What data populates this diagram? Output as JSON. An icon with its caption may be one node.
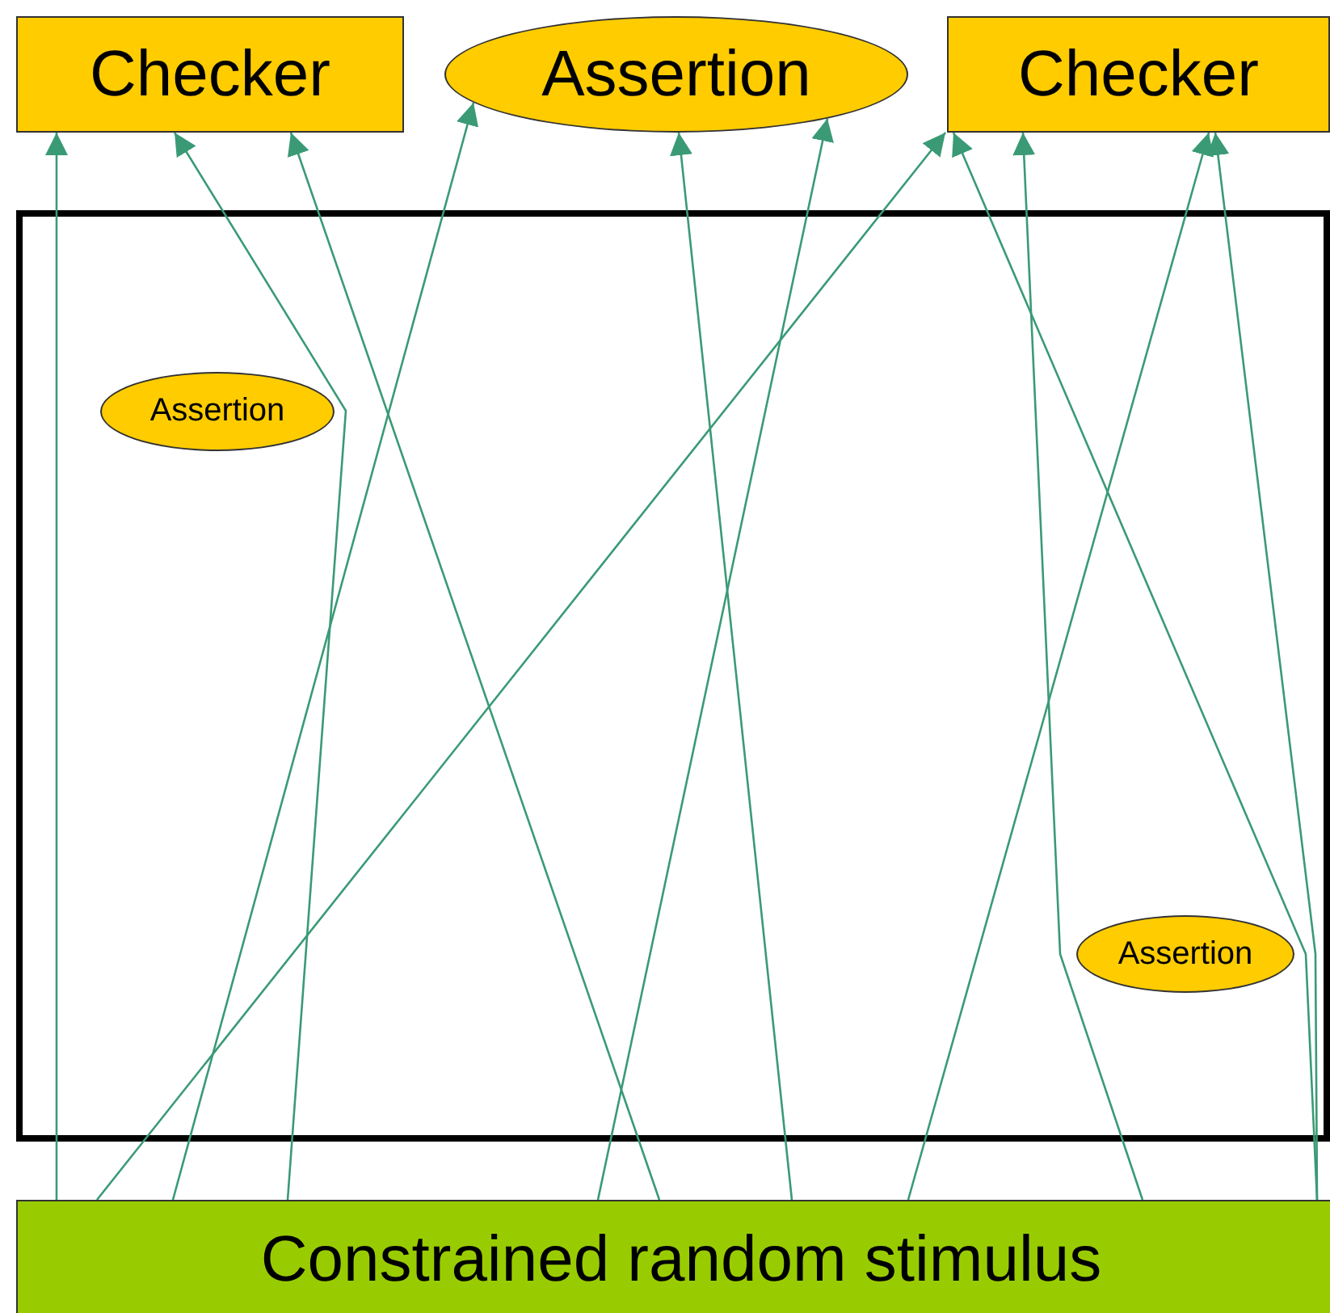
{
  "diagram": {
    "nodes": [
      {
        "text": [
          "Checker"
        ]
      },
      {
        "text": [
          "Assertion"
        ]
      },
      {
        "text": [
          "Checker"
        ]
      },
      {
        "text": [],
        "shape": "box"
      },
      {
        "text": [
          "Assertion"
        ],
        "in": 3
      },
      {
        "text": [
          "Assertion"
        ],
        "in": 3
      },
      {
        "text": [
          "Constrained random stimulus"
        ]
      }
    ],
    "edges": [
      {
        "from": 6,
        "to": 0,
        "arrow": "to"
      },
      {
        "from": 6,
        "to": 2,
        "arrow": "to"
      },
      {
        "from": 6,
        "to": 1,
        "arrow": "to"
      },
      {
        "from": 6,
        "to": 0,
        "arrow": "to"
      },
      {
        "from": 6,
        "to": 1,
        "arrow": "to"
      },
      {
        "from": 6,
        "to": 0,
        "arrow": "to"
      },
      {
        "from": 6,
        "to": 1,
        "arrow": "to"
      },
      {
        "from": 6,
        "to": 2,
        "arrow": "to"
      },
      {
        "from": 6,
        "to": 2,
        "arrow": "to"
      },
      {
        "from": 6,
        "to": 2,
        "arrow": "to"
      },
      {
        "from": 6,
        "to": 2,
        "arrow": "to"
      }
    ]
  }
}
